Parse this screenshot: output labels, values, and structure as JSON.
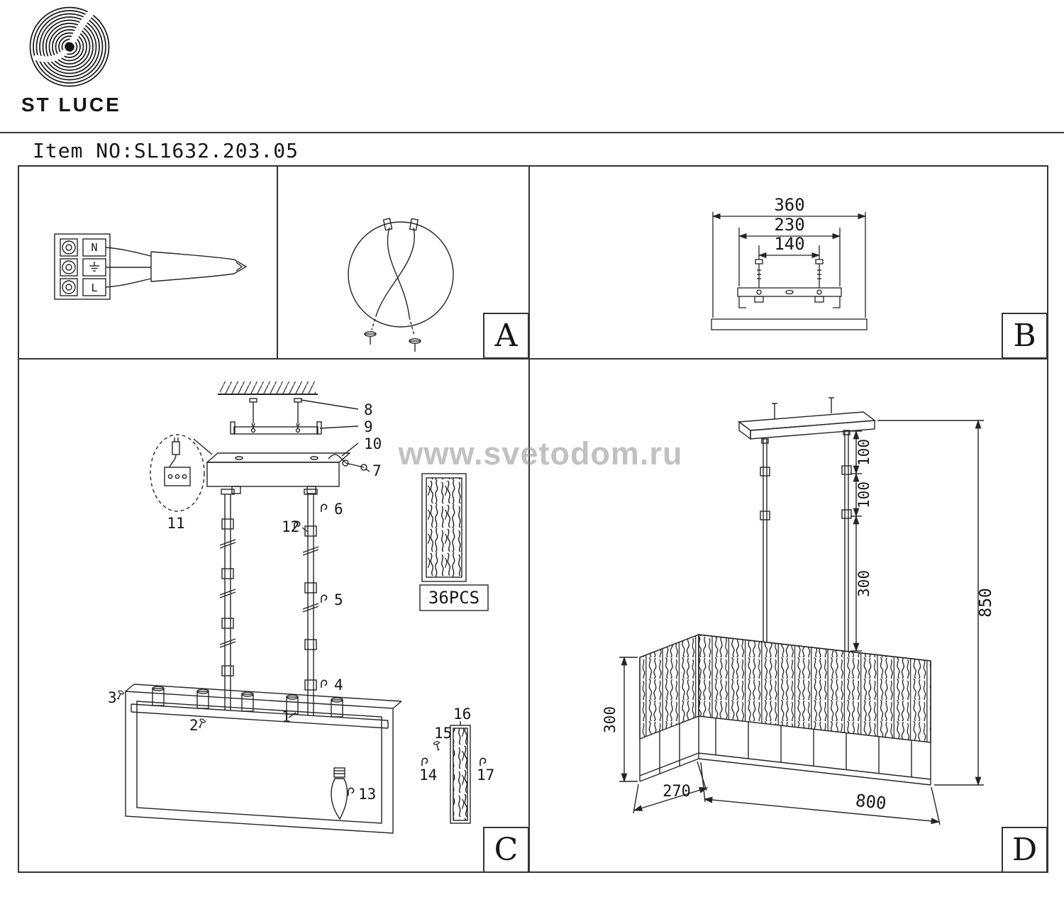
{
  "header": {
    "brand": "ST LUCE",
    "item_no": "Item NO:SL1632.203.05"
  },
  "watermark": "www.svetodom.ru",
  "panel_a": {
    "label": "A",
    "terminal_n": "N",
    "terminal_l": "L"
  },
  "panel_b": {
    "label": "B",
    "dim_360": "360",
    "dim_230": "230",
    "dim_140": "140"
  },
  "panel_c": {
    "label": "C",
    "pcs": "36PCS",
    "callouts": {
      "c1": "1",
      "c2": "2",
      "c3": "3",
      "c4": "4",
      "c5": "5",
      "c6": "6",
      "c7": "7",
      "c8": "8",
      "c9": "9",
      "c10": "10",
      "c11": "11",
      "c12": "12",
      "c13": "13",
      "c14": "14",
      "c15": "15",
      "c16": "16",
      "c17": "17"
    }
  },
  "panel_d": {
    "label": "D",
    "dim_100_top": "100",
    "dim_100_mid": "100",
    "dim_300_rod": "300",
    "dim_850": "850",
    "dim_300_height": "300",
    "dim_270": "270",
    "dim_800": "800"
  }
}
